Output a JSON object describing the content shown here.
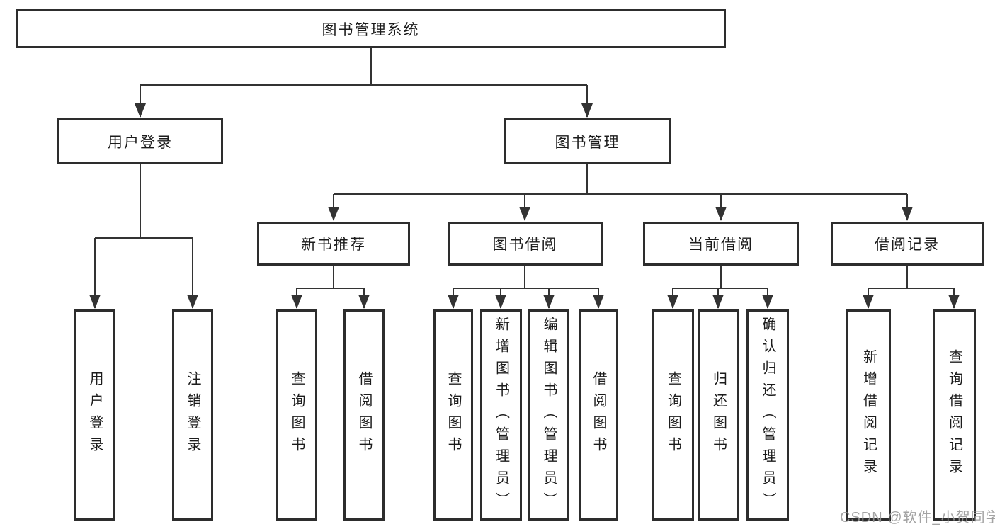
{
  "root": {
    "label": "图书管理系统"
  },
  "user_login": {
    "label": "用户登录",
    "children": [
      {
        "label": "用户登录"
      },
      {
        "label": "注销登录"
      }
    ]
  },
  "book_mgmt": {
    "label": "图书管理",
    "children": [
      {
        "label": "新书推荐",
        "children": [
          {
            "label": "查询图书"
          },
          {
            "label": "借阅图书"
          }
        ]
      },
      {
        "label": "图书借阅",
        "children": [
          {
            "label": "查询图书"
          },
          {
            "label": "新增图书（管理员）"
          },
          {
            "label": "编辑图书（管理员）"
          },
          {
            "label": "借阅图书"
          }
        ]
      },
      {
        "label": "当前借阅",
        "children": [
          {
            "label": "查询图书"
          },
          {
            "label": "归还图书"
          },
          {
            "label": "确认归还（管理员）"
          }
        ]
      },
      {
        "label": "借阅记录",
        "children": [
          {
            "label": "新增借阅记录"
          },
          {
            "label": "查询借阅记录"
          }
        ]
      }
    ]
  },
  "watermark": {
    "text": "CSDN @软件_小贺同学"
  },
  "colors": {
    "line": "#333333",
    "box_border": "#2d2d2d",
    "text": "#1c1c1c",
    "watermark": "#969696",
    "background": "#ffffff"
  }
}
